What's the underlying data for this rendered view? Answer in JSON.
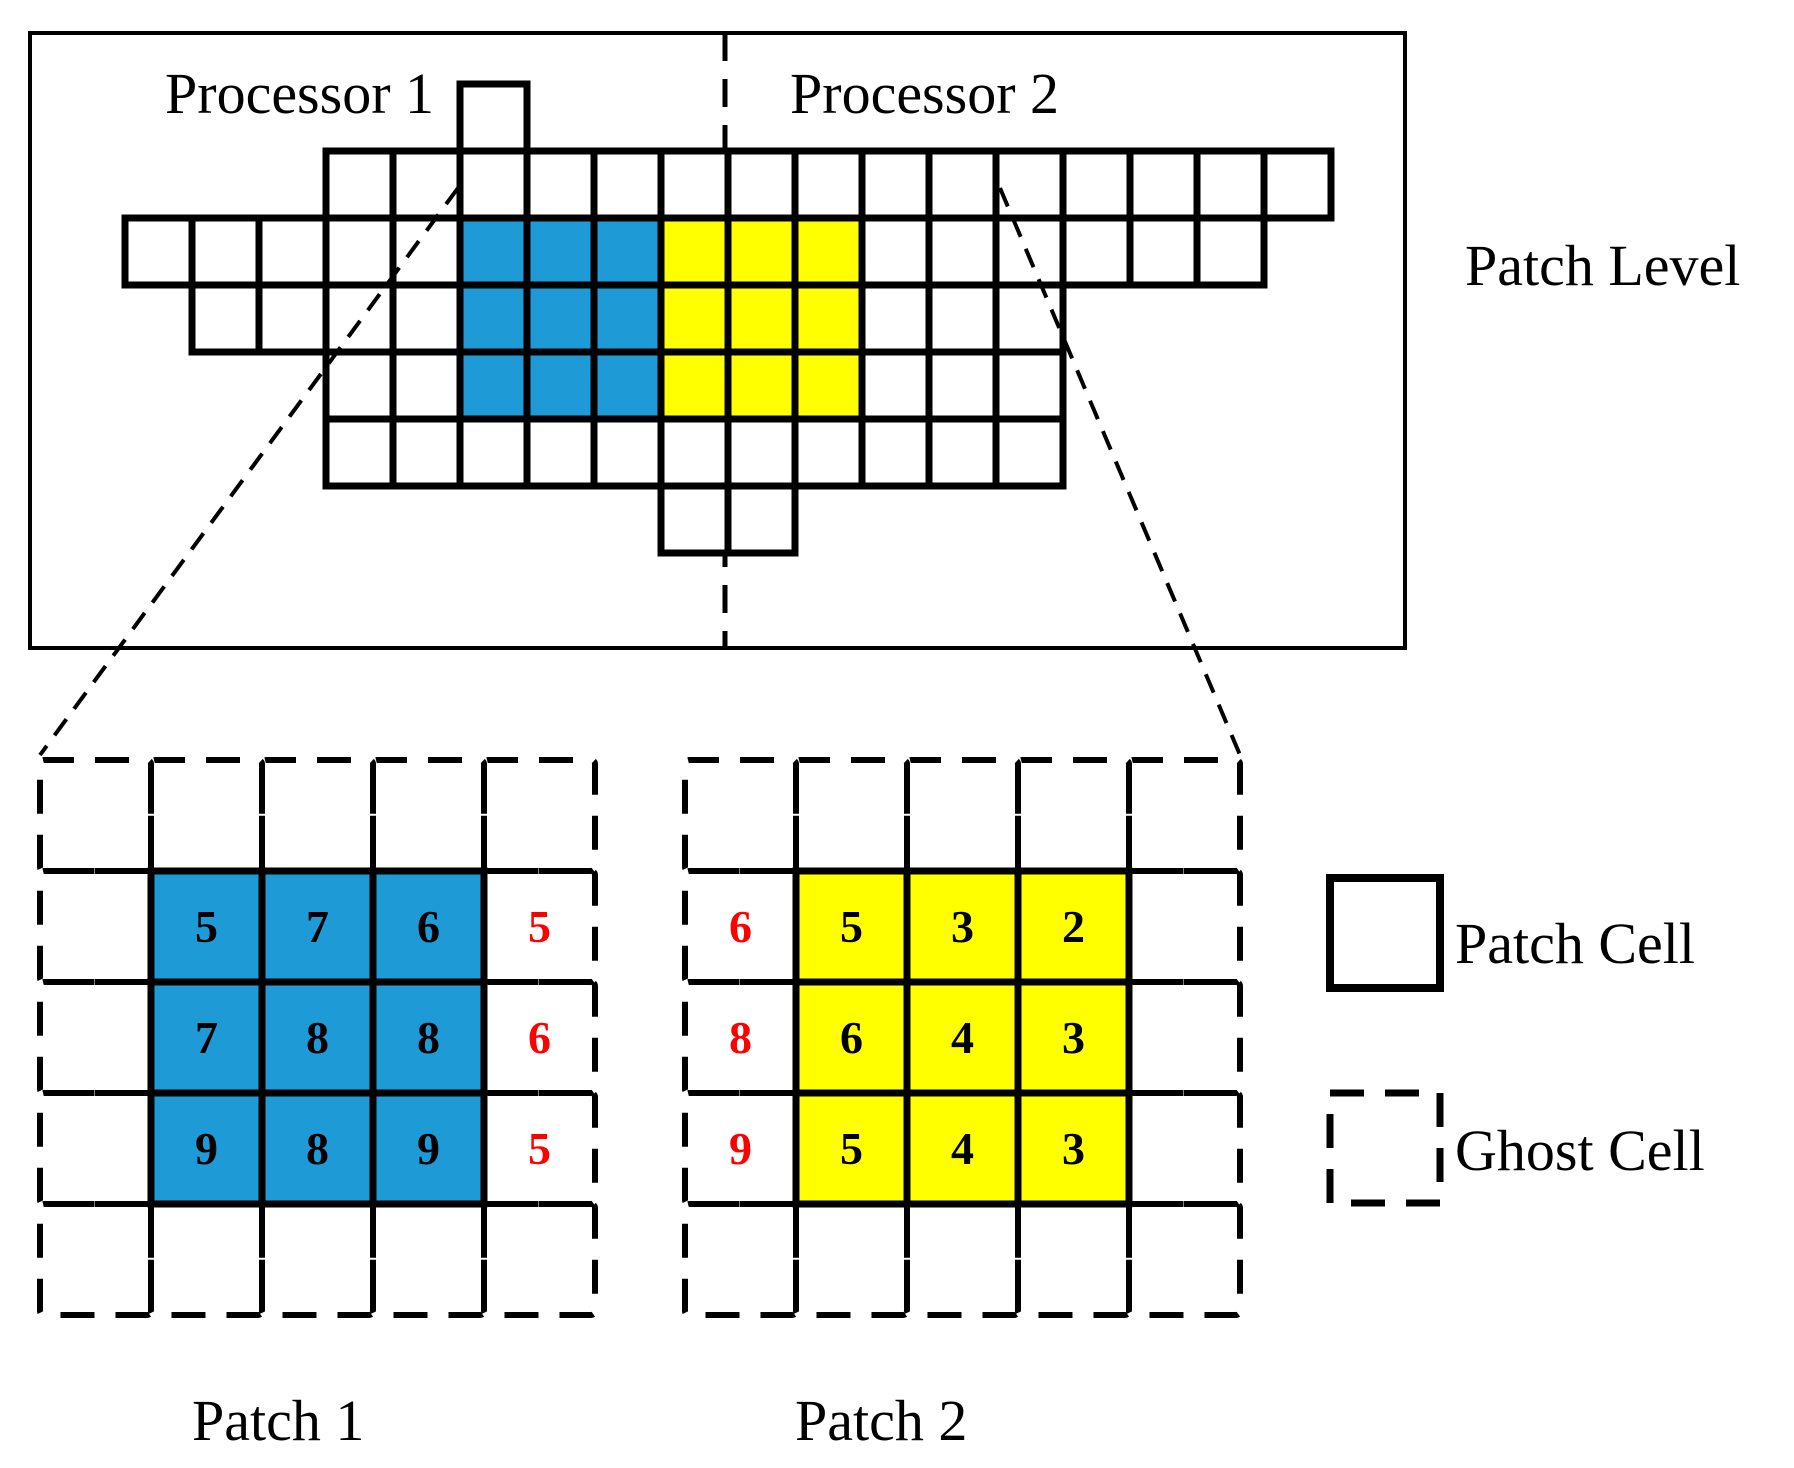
{
  "labels": {
    "processor_1": "Processor 1",
    "processor_2": "Processor 2",
    "patch_level": "Patch Level",
    "patch_1": "Patch 1",
    "patch_2": "Patch 2"
  },
  "legend": {
    "patch_cell": "Patch Cell",
    "ghost_cell": "Ghost Cell"
  },
  "colors": {
    "patch_1_fill": "#1E9BD7",
    "patch_2_fill": "#FFFF00",
    "ghost_value": "#FF0000",
    "line": "#000000"
  },
  "patch_1": {
    "interior": [
      [
        "5",
        "7",
        "6"
      ],
      [
        "7",
        "8",
        "8"
      ],
      [
        "9",
        "8",
        "9"
      ]
    ],
    "ghost_right": [
      "5",
      "6",
      "5"
    ]
  },
  "patch_2": {
    "interior": [
      [
        "5",
        "3",
        "2"
      ],
      [
        "6",
        "4",
        "3"
      ],
      [
        "5",
        "4",
        "3"
      ]
    ],
    "ghost_left": [
      "6",
      "8",
      "9"
    ]
  }
}
